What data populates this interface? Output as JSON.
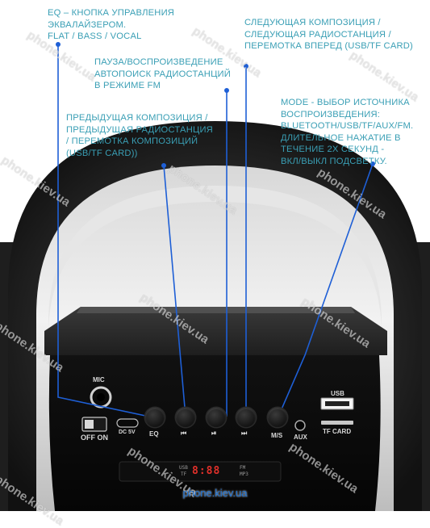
{
  "callouts": {
    "eq": [
      "EQ – КНОПКА УПРАВЛЕНИЯ",
      "ЭКВАЛАЙЗЕРОМ.",
      "FLAT / BASS / VOCAL"
    ],
    "pause": [
      "ПАУЗА/ВОСПРОИЗВЕДЕНИЕ",
      "АВТОПОИСК РАДИОСТАНЦИЙ",
      "В РЕЖИМЕ FM"
    ],
    "next": [
      "СЛЕДУЮЩАЯ КОМПОЗИЦИЯ /",
      "СЛЕДУЮЩАЯ РАДИОСТАНЦИЯ /",
      "ПЕРЕМОТКА ВПЕРЕД (USB/TF CARD)"
    ],
    "prev": [
      "ПРЕДЫДУЩАЯ КОМПОЗИЦИЯ /",
      "ПРЕДЫДУЩАЯ РАДИОСТАНЦИЯ",
      "/ ПЕРЕМОТКА КОМПОЗИЦИЙ",
      "(USB/TF CARD))"
    ],
    "mode": [
      "MODE - ВЫБОР ИСТОЧНИКА",
      "ВОСПРОИЗВЕДЕНИЯ:",
      "BLUETOOTH/USB/TF/AUX/FM.",
      "ДЛИТЕЛЬНОЕ НАЖАТИЕ В",
      "ТЕЧЕНИЕ 2Х СЕКУНД -",
      "ВКЛ/ВЫКЛ ПОДСВЕТКУ."
    ]
  },
  "panel_labels": {
    "mic": "MIC",
    "dc": "DC 5V",
    "eq": "EQ",
    "off_on": "OFF ON",
    "usb": "USB",
    "aux": "AUX",
    "mode": "M/S",
    "tfcard": "TF CARD"
  },
  "button_icons": {
    "prev": "⏮",
    "play": "⏯",
    "next": "⏭"
  },
  "display": {
    "usb": "USB",
    "tf": "TF",
    "digits": "8:88",
    "fm": "FM",
    "mp3": "MP3"
  },
  "watermark": "phone.kiev.ua",
  "colors": {
    "callout_text": "#3a9fb5",
    "leader_line": "#1e5fd6",
    "body": "#2b2b2b",
    "display_digits": "#e0302a"
  }
}
